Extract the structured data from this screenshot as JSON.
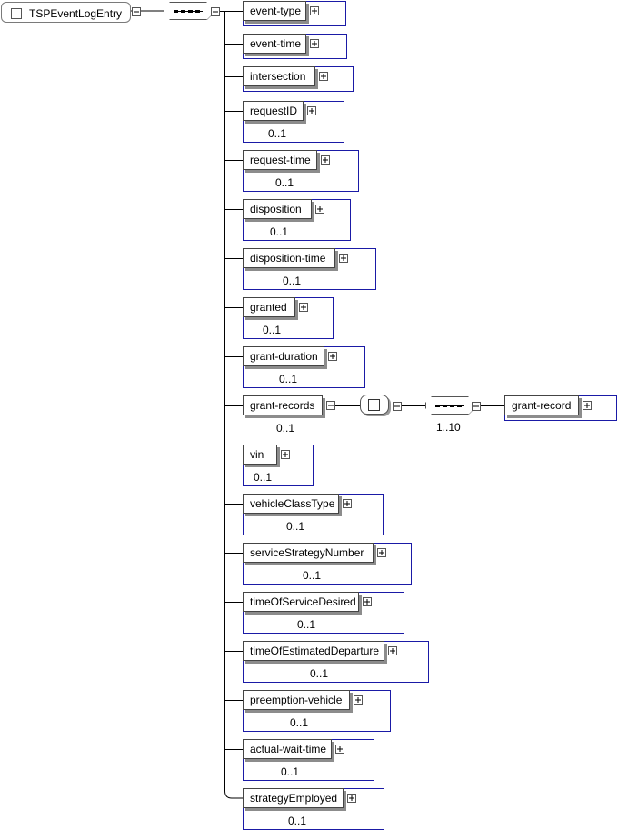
{
  "root": {
    "name": "TSPEventLogEntry"
  },
  "children": [
    {
      "name": "event-type",
      "occurs": ""
    },
    {
      "name": "event-time",
      "occurs": ""
    },
    {
      "name": "intersection",
      "occurs": ""
    },
    {
      "name": "requestID",
      "occurs": "0..1"
    },
    {
      "name": "request-time",
      "occurs": "0..1"
    },
    {
      "name": "disposition",
      "occurs": "0..1"
    },
    {
      "name": "disposition-time",
      "occurs": "0..1"
    },
    {
      "name": "granted",
      "occurs": "0..1"
    },
    {
      "name": "grant-duration",
      "occurs": "0..1"
    },
    {
      "name": "grant-records",
      "occurs": "0..1"
    },
    {
      "name": "vin",
      "occurs": "0..1"
    },
    {
      "name": "vehicleClassType",
      "occurs": "0..1"
    },
    {
      "name": "serviceStrategyNumber",
      "occurs": "0..1"
    },
    {
      "name": "timeOfServiceDesired",
      "occurs": "0..1"
    },
    {
      "name": "timeOfEstimatedDeparture",
      "occurs": "0..1"
    },
    {
      "name": "preemption-vehicle",
      "occurs": "0..1"
    },
    {
      "name": "actual-wait-time",
      "occurs": "0..1"
    },
    {
      "name": "strategyEmployed",
      "occurs": "0..1"
    }
  ],
  "grant_records_branch": {
    "sequence_occurs": "1..10",
    "child": {
      "name": "grant-record"
    }
  },
  "colors": {
    "node_border": "#1a1aa6",
    "line": "#000000",
    "shadow": "#8c8c8c"
  }
}
